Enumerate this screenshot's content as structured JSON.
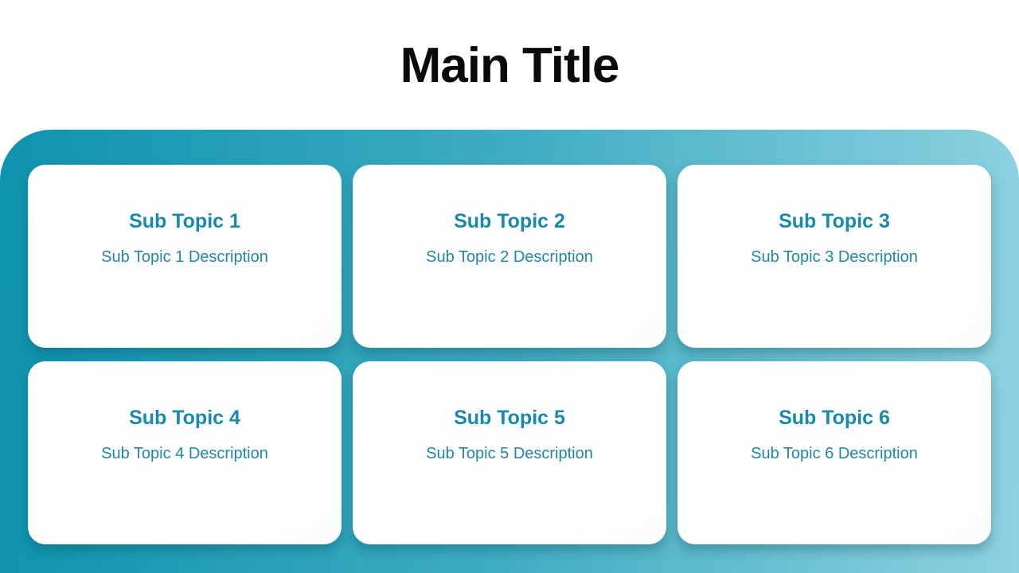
{
  "page": {
    "main_title": "Main Title"
  },
  "colors": {
    "gradient_start": "#0e93af",
    "gradient_end": "#8ed2e1",
    "card_title": "#1b89a8",
    "card_desc": "#2387a4",
    "main_title": "#0a0a0a",
    "card_bg": "#fefefe"
  },
  "cards": [
    {
      "title": "Sub Topic 1",
      "description": "Sub Topic 1 Description"
    },
    {
      "title": "Sub Topic 2",
      "description": "Sub Topic 2 Description"
    },
    {
      "title": "Sub Topic 3",
      "description": "Sub Topic 3 Description"
    },
    {
      "title": "Sub Topic 4",
      "description": "Sub Topic 4 Description"
    },
    {
      "title": "Sub Topic 5",
      "description": "Sub Topic 5 Description"
    },
    {
      "title": "Sub Topic 6",
      "description": "Sub Topic 6 Description"
    }
  ]
}
